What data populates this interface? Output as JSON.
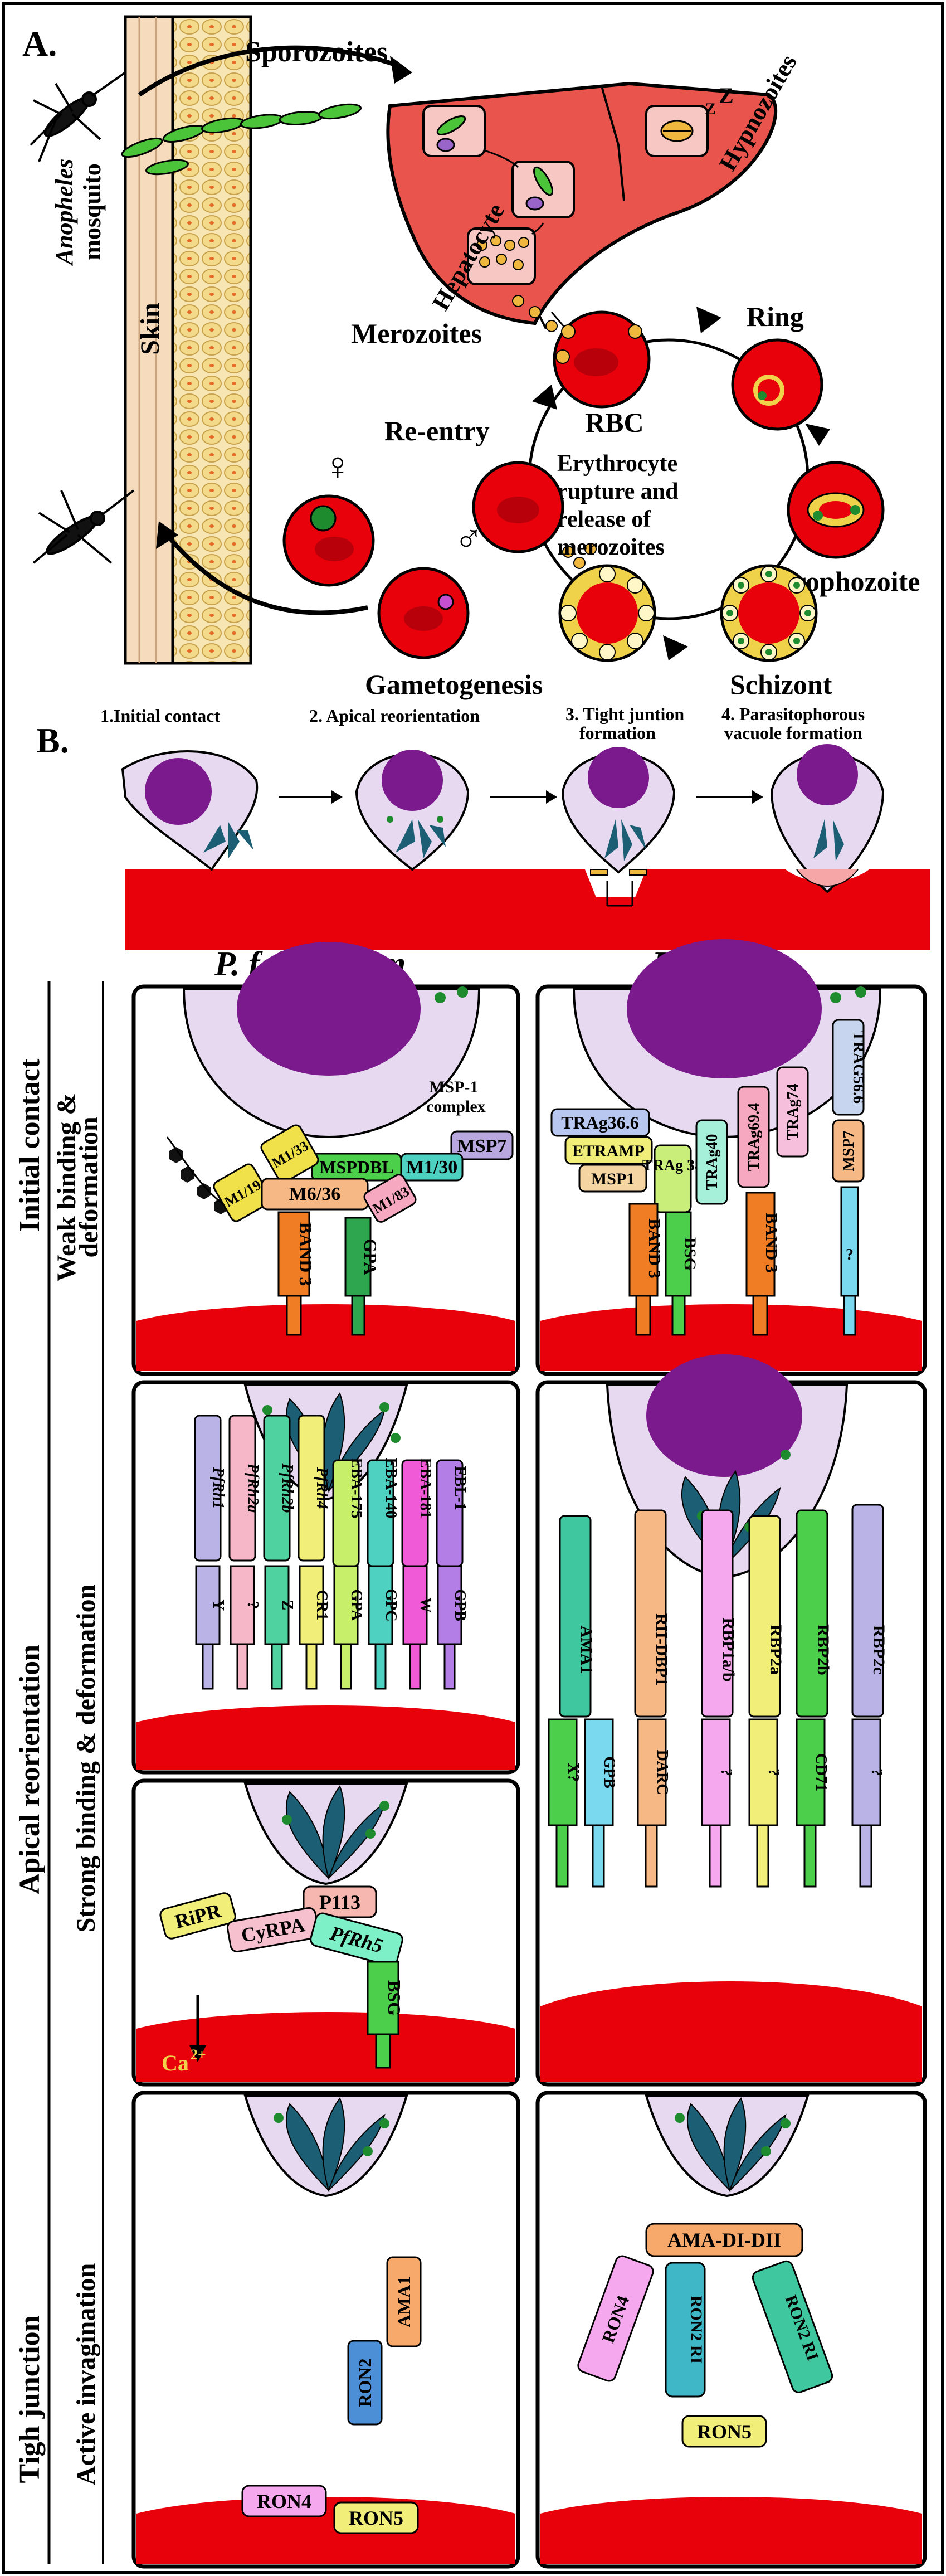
{
  "panel_a": {
    "label": "A.",
    "sporozoites": "Sporozoites",
    "anopheles": "Anopheles",
    "mosquito": "mosquito",
    "skin": "Skin",
    "hepatocyte": "Hepatocyte",
    "hypnozoites": "Hypnozoites",
    "zzz": "Z",
    "merozoites": "Merozoites",
    "rbc": "RBC",
    "ring": "Ring",
    "trophozoite": "Trophozoite",
    "schizont": "Schizont",
    "reentry": "Re-entry",
    "rupture1": "Erythrocyte",
    "rupture2": "rupture and",
    "rupture3": "release of",
    "rupture4": "merozoites",
    "gametogenesis": "Gametogenesis",
    "female": "♀",
    "male": "♂"
  },
  "panel_b": {
    "label": "B.",
    "step1": "1.Initial contact",
    "step2": "2. Apical reorientation",
    "step3a": "3. Tight juntion",
    "step3b": "formation",
    "step4a": "4. Parasitophorous",
    "step4b": "vacuole formation"
  },
  "columns": {
    "pf": "P. falciparum",
    "pv": "P. vivax"
  },
  "stages": {
    "initial_contact": "Initial contact",
    "weak_binding_1": "Weak binding &",
    "weak_binding_2": "deformation",
    "apical": "Apical reorientation",
    "strong_binding": "Strong binding & deformation",
    "tight_junction": "Tigh junction",
    "active_invagination": "Active invagination"
  },
  "weak_pf": {
    "msp1_complex_1": "MSP-1",
    "msp1_complex_2": "complex",
    "m1_19": "M1/19",
    "m1_33": "M1/33",
    "m6_36": "M6/36",
    "mspdbl": "MSPDBL",
    "m1_30": "M1/30",
    "m1_83": "M1/83",
    "msp7": "MSP7",
    "band3": "BAND 3",
    "gpa": "GPA"
  },
  "weak_pv": {
    "trag36": "TRAg36.6",
    "etramp": "ETRAMP",
    "msp1": "MSP1",
    "trag38": "TRAg 38",
    "trag40": "TRAg40",
    "trag69": "TRAg69.4",
    "trag74": "TRAg74",
    "trag56": "TRAG56.6",
    "msp7": "MSP7",
    "band3_a": "BAND 3",
    "bsg": "BSG",
    "band3_b": "BAND 3",
    "q": "?"
  },
  "strong_pf": {
    "ligands": [
      "PfRh1",
      "PfRh2a",
      "PfRh2b",
      "PfRh4",
      "EBA-175",
      "EBA-140",
      "EBA-181",
      "EBL-1"
    ],
    "receptors": [
      "Y",
      "?",
      "Z",
      "CR1",
      "GPA",
      "GPC",
      "W",
      "GPB"
    ]
  },
  "strong_pv": {
    "ligands": [
      "AMA1",
      "RII-DBP1",
      "RBP1a/b",
      "RBP2a",
      "RBP2b",
      "RBP2c"
    ],
    "receptors": [
      "X?",
      "GPB",
      "DARC",
      "?",
      "?",
      "CD71",
      "?"
    ]
  },
  "rh5": {
    "ripr": "RiPR",
    "cyrpa": "CyRPA",
    "p113": "P113",
    "pfrh5": "PfRh5",
    "bsg": "BSG",
    "ca": "Ca",
    "ca_sup": "2+"
  },
  "tj_pf": {
    "ama1": "AMA1",
    "ron2": "RON2",
    "ron4": "RON4",
    "ron5": "RON5"
  },
  "tj_pv": {
    "ama": "AMA-DI-DII",
    "ron4": "RON4",
    "ron2_a": "RON2 RI",
    "ron2_b": "RON2 RI",
    "ron5": "RON5"
  },
  "colors": {
    "rbc": "#e8000b",
    "rbc_dark": "#b8000a",
    "parasite": "#e6d9f0",
    "nucleus": "#7b1a8c",
    "rhoptry": "#1c5f74",
    "granule": "#1e8c2e",
    "skin": "#f6dcbc",
    "liver": "#e9544d"
  }
}
